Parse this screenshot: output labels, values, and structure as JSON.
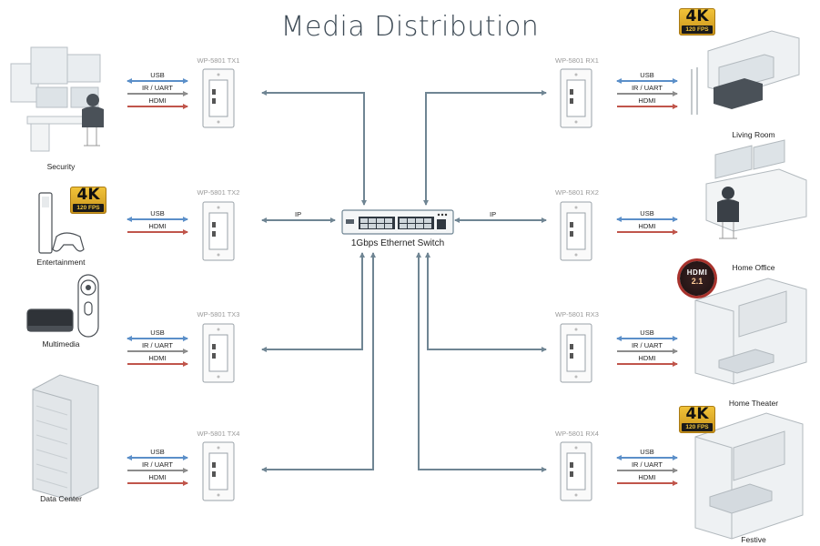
{
  "title": "Media Distribution",
  "transmitters": [
    {
      "model": "WP-5801 TX1",
      "source": "Security",
      "signals": [
        "USB",
        "IR / UART",
        "HDMI"
      ]
    },
    {
      "model": "WP-5801 TX2",
      "source": "Entertainment",
      "signals": [
        "USB",
        "HDMI"
      ]
    },
    {
      "model": "WP-5801 TX3",
      "source": "Multimedia",
      "signals": [
        "USB",
        "IR / UART",
        "HDMI"
      ]
    },
    {
      "model": "WP-5801 TX4",
      "source": "Data Center",
      "signals": [
        "USB",
        "IR / UART",
        "HDMI"
      ]
    }
  ],
  "receivers": [
    {
      "model": "WP-5801 RX1",
      "destination": "Living Room",
      "signals": [
        "USB",
        "IR / UART",
        "HDMI"
      ]
    },
    {
      "model": "WP-5801 RX2",
      "destination": "Home Office",
      "signals": [
        "USB",
        "HDMI"
      ]
    },
    {
      "model": "WP-5801 RX3",
      "destination": "Home Theater",
      "signals": [
        "USB",
        "IR / UART",
        "HDMI"
      ]
    },
    {
      "model": "WP-5801 RX4",
      "destination": "Festive",
      "signals": [
        "USB",
        "IR / UART",
        "HDMI"
      ]
    }
  ],
  "switch": {
    "label": "1Gbps Ethernet Switch"
  },
  "links": {
    "ip_left": "IP",
    "ip_right": "IP"
  },
  "badges": {
    "res": "4K",
    "fps": "120 FPS",
    "hdmi_l1": "HDMI",
    "hdmi_l2": "2.1"
  },
  "colors": {
    "usb": "#5b8fc9",
    "ir": "#8c8c8c",
    "hdmi": "#c0554b",
    "network": "#6f8593"
  }
}
